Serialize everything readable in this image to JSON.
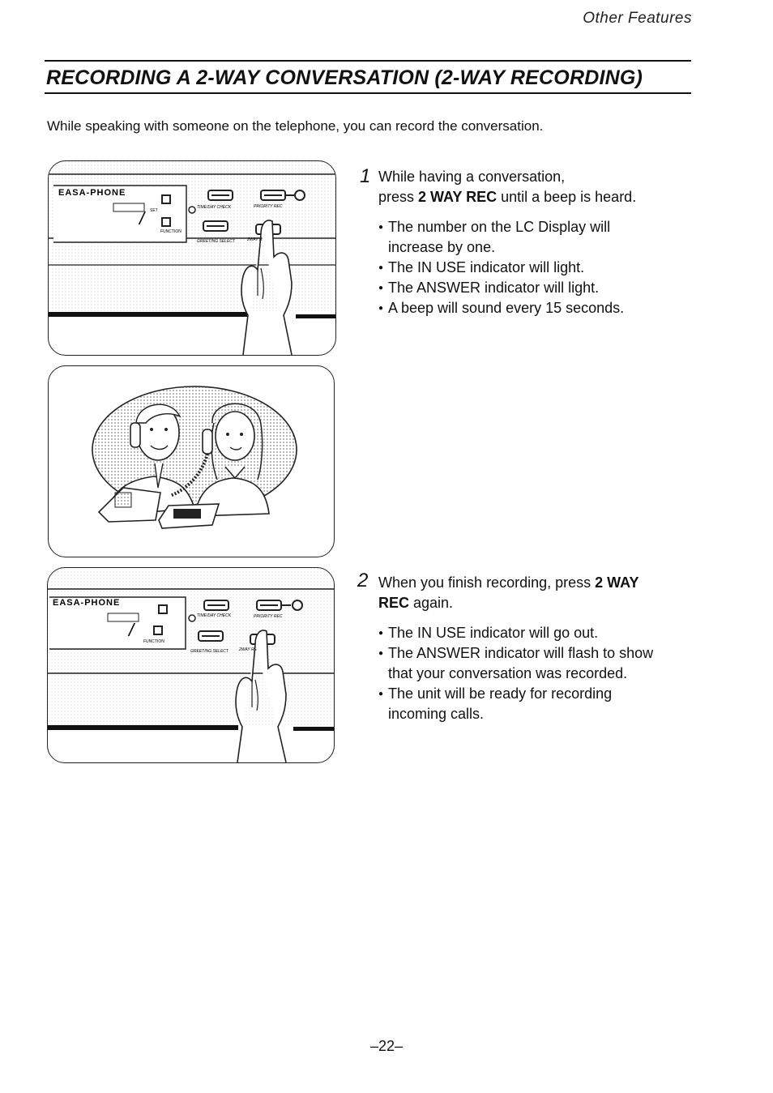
{
  "header": {
    "section": "Other Features"
  },
  "title": "RECORDING A 2-WAY CONVERSATION (2-WAY RECORDING)",
  "intro": "While speaking with someone on the telephone, you can record the conversation.",
  "illustrations": {
    "panel_label": "EASA-PHONE",
    "hand_button_label": "2WAY REC",
    "priority_label": "PRIORITY REC",
    "timeday_label": "TIME/DAY CHECK",
    "greeting_label": "GREETING SELECT",
    "function_label": "FUNCTION",
    "set_label": "SET"
  },
  "steps": [
    {
      "number": "1",
      "line1": "While having a conversation,",
      "line2_pre": "press ",
      "line2_bold": "2 WAY REC",
      "line2_post": " until a beep is heard.",
      "bullets": [
        "The number on the LC Display will increase by one.",
        "The IN USE indicator will light.",
        "The ANSWER indicator will light.",
        "A beep will sound every 15 seconds."
      ]
    },
    {
      "number": "2",
      "line1_pre": "When you finish recording, press ",
      "line1_bold": "2 WAY",
      "line2_bold": "REC",
      "line2_post": " again.",
      "bullets": [
        "The IN USE indicator will go out.",
        "The ANSWER indicator will flash to show that your conversation was recorded.",
        "The unit will be ready for recording incoming calls."
      ]
    }
  ],
  "page_number": "–22–"
}
